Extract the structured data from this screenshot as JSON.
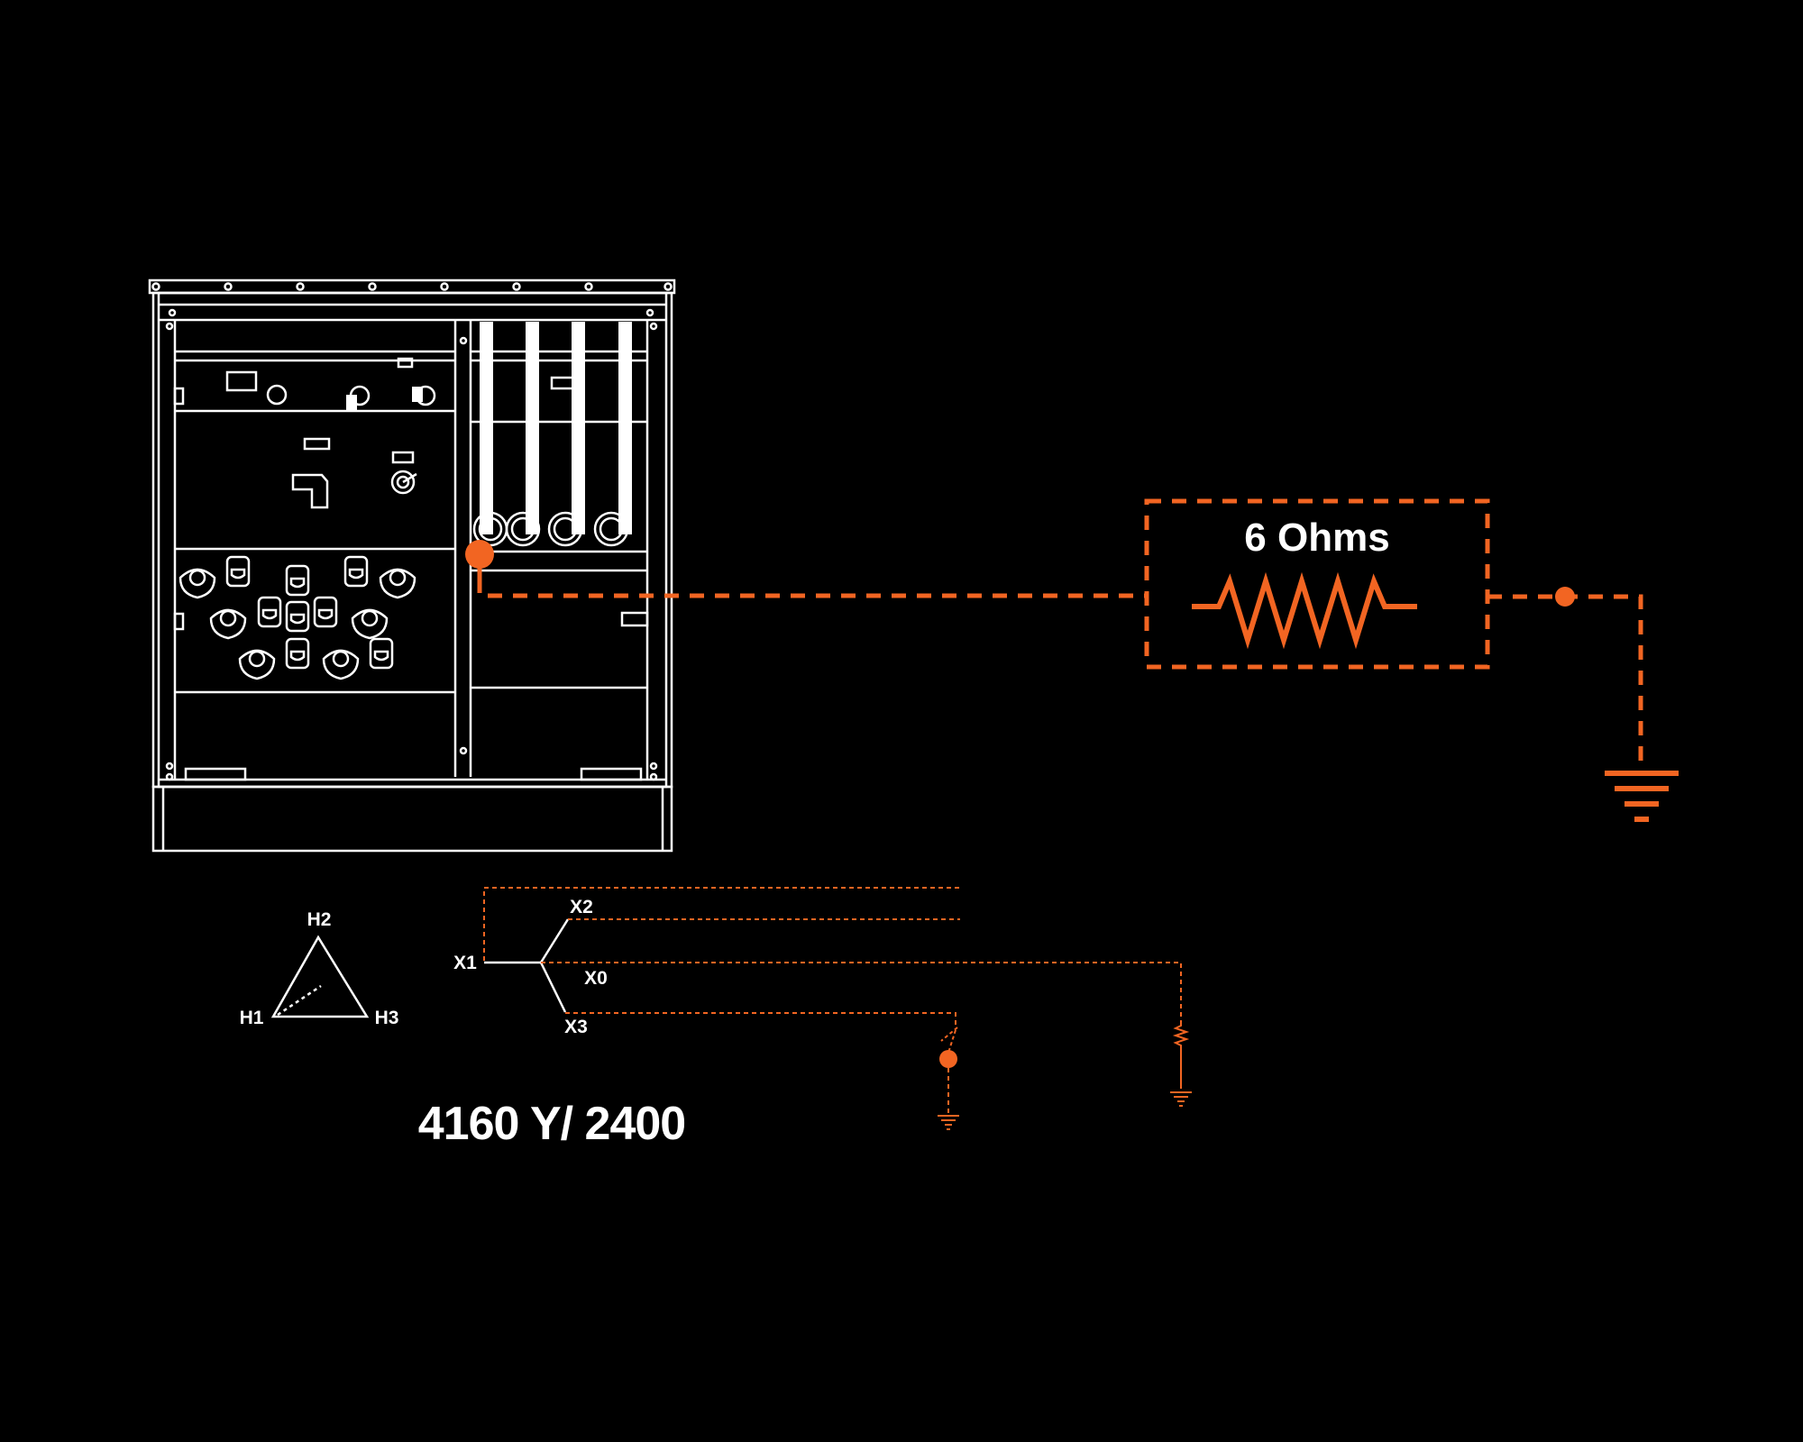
{
  "colors": {
    "background": "#000000",
    "line": "#ffffff",
    "accent": "#f26522"
  },
  "resistor_box": {
    "label": "6 Ohms"
  },
  "delta": {
    "h1": "H1",
    "h2": "H2",
    "h3": "H3"
  },
  "wye": {
    "x1": "X1",
    "x2": "X2",
    "x0": "X0",
    "x3": "X3"
  },
  "voltage_rating": "4160 Y/ 2400",
  "icons": [
    "switchgear-cabinet-drawing",
    "resistor-icon",
    "ground-icon",
    "switch-icon"
  ]
}
